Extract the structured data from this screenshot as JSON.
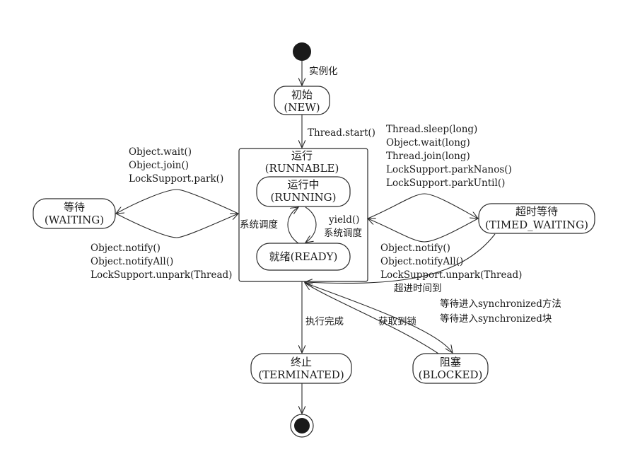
{
  "states": {
    "new": {
      "name": "初始",
      "code": "(NEW)"
    },
    "runnable": {
      "name": "运行",
      "code": "(RUNNABLE)"
    },
    "running": {
      "name": "运行中",
      "code": "(RUNNING)"
    },
    "ready": {
      "label": "就绪(READY)"
    },
    "waiting": {
      "name": "等待",
      "code": "(WAITING)"
    },
    "timed_waiting": {
      "name": "超时等待",
      "code": "(TIMED_WAITING)"
    },
    "terminated": {
      "name": "终止",
      "code": "(TERMINATED)"
    },
    "blocked": {
      "name": "阻塞",
      "code": "(BLOCKED)"
    }
  },
  "transitions": {
    "instantiate": "实例化",
    "start": "Thread.start()",
    "to_waiting": [
      "Object.wait()",
      "Object.join()",
      "LockSupport.park()"
    ],
    "from_waiting": [
      "Object.notify()",
      "Object.notifyAll()",
      "LockSupport.unpark(Thread)"
    ],
    "to_timed_waiting": [
      "Thread.sleep(long)",
      "Object.wait(long)",
      "Thread.join(long)",
      "LockSupport.parkNanos()",
      "LockSupport.parkUntil()"
    ],
    "from_timed_waiting": [
      "Object.notify()",
      "Object.notifyAll()",
      "LockSupport.unpark(Thread)"
    ],
    "timeout": "超进时间到",
    "schedule_left": "系统调度",
    "yield": "yield()",
    "schedule_right": "系统调度",
    "complete": "执行完成",
    "acquire_lock": "获取到锁",
    "enter_sync": [
      "等待进入synchronized方法",
      "等待进入synchronized块"
    ]
  },
  "colors": {
    "stroke": "#2a2a2a",
    "text": "#1a1a1a",
    "node_fill": "#1a1a1a",
    "background": "#ffffff"
  }
}
